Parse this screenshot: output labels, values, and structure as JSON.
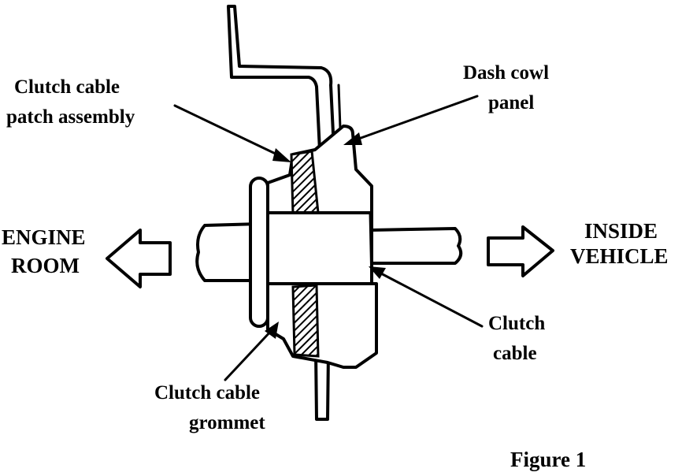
{
  "labels": {
    "patch_assembly_line1": "Clutch cable",
    "patch_assembly_line2": "patch assembly",
    "dash_cowl_line1": "Dash cowl",
    "dash_cowl_line2": "panel",
    "engine_room_line1": "ENGINE",
    "engine_room_line2": "ROOM",
    "inside_vehicle_line1": "INSIDE",
    "inside_vehicle_line2": "VEHICLE",
    "clutch_cable_line1": "Clutch",
    "clutch_cable_line2": "cable",
    "grommet_line1": "Clutch cable",
    "grommet_line2": "grommet",
    "figure_caption": "Figure 1"
  },
  "colors": {
    "ink": "#000000",
    "paper": "#ffffff"
  }
}
